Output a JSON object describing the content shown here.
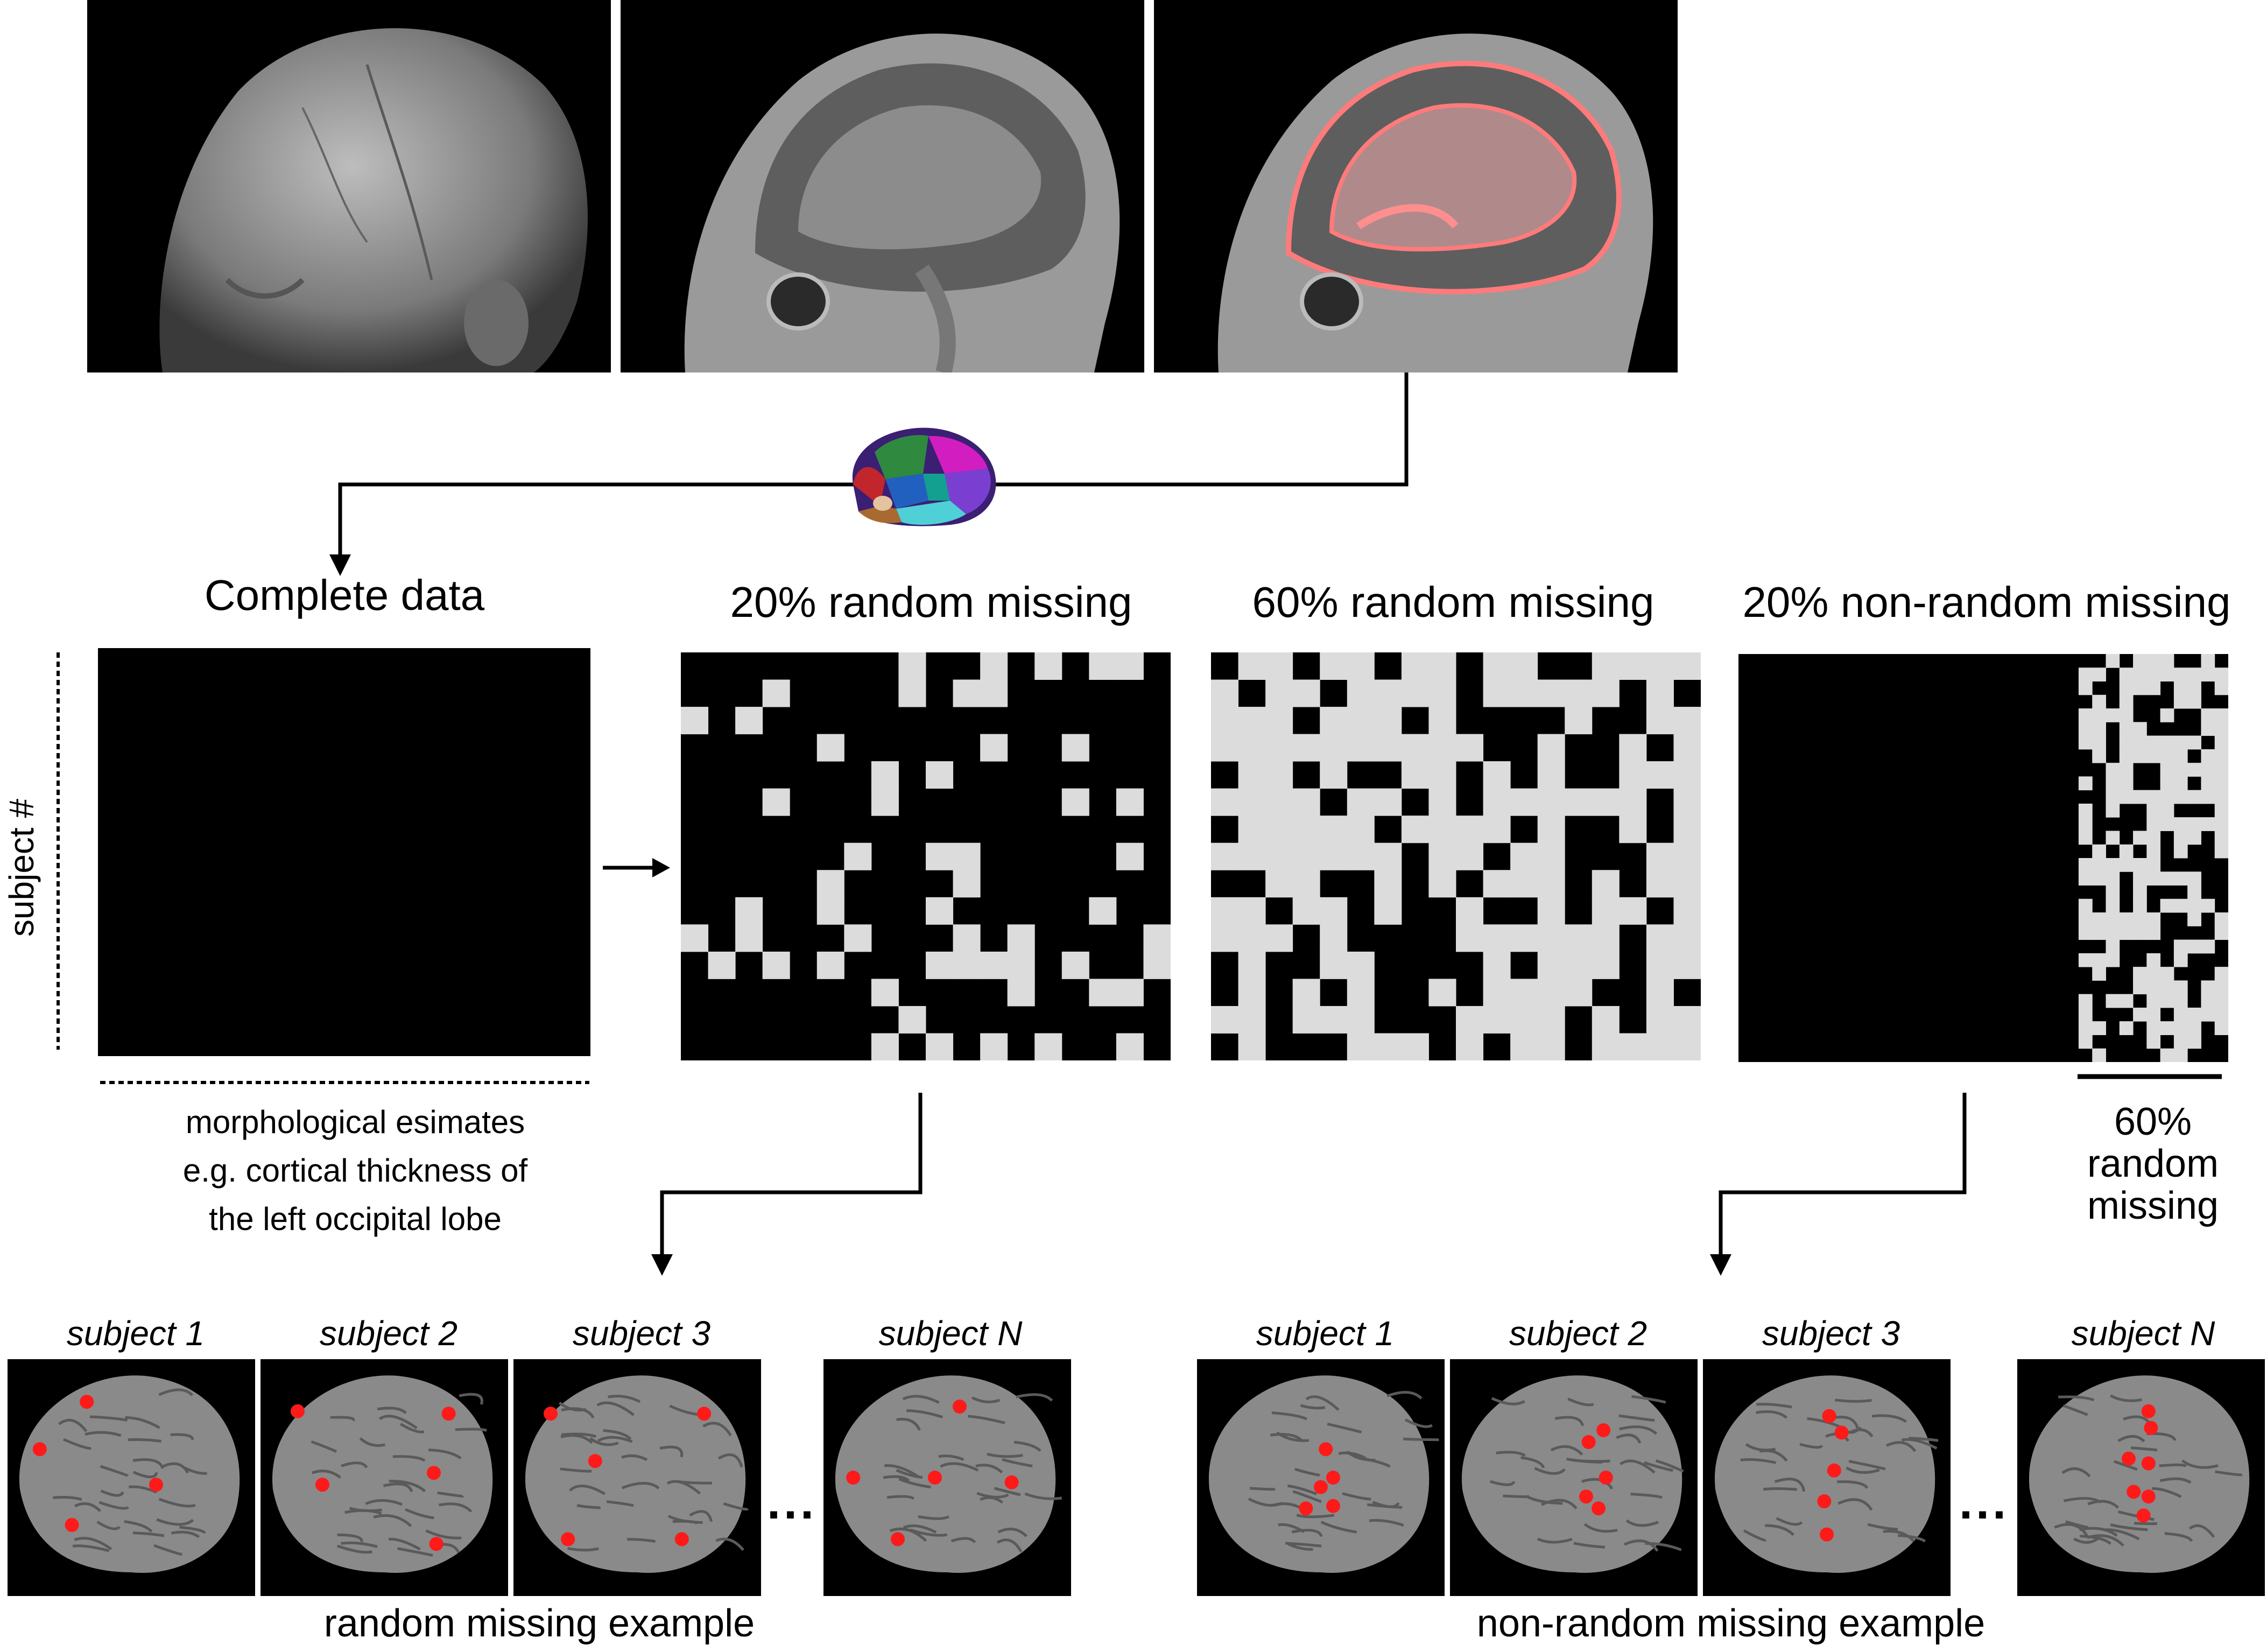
{
  "titles": {
    "complete": "Complete data",
    "random20": "20% random missing",
    "random60": "60% random missing",
    "nonrandom20": "20% non-random missing"
  },
  "axes": {
    "ylabel": "subject #",
    "xcaption_line1": "morphological esimates",
    "xcaption_line2": "e.g. cortical thickness of",
    "xcaption_line3": "the left occipital lobe"
  },
  "side": {
    "line1": "60%",
    "line2": "random",
    "line3": "missing"
  },
  "random_example": {
    "subjects": [
      "subject 1",
      "subject 2",
      "subject 3",
      "subject N"
    ],
    "label": "random missing example",
    "ellipsis": "..."
  },
  "nonrandom_example": {
    "subjects": [
      "subject 1",
      "subject 2",
      "subject 3",
      "subject N"
    ],
    "label": "non-random missing example",
    "ellipsis": "..."
  },
  "colors": {
    "missing": "#dcdcdc",
    "present": "#000000",
    "marker": "#ff1a1a",
    "overlay": "#ff7b7b",
    "brain": "#8a8a8a"
  },
  "icons": {
    "mri_panels": [
      "head-volume-render-icon",
      "sagittal-mri-icon",
      "segmented-mri-icon"
    ],
    "atlas": "brain-atlas-icon"
  }
}
